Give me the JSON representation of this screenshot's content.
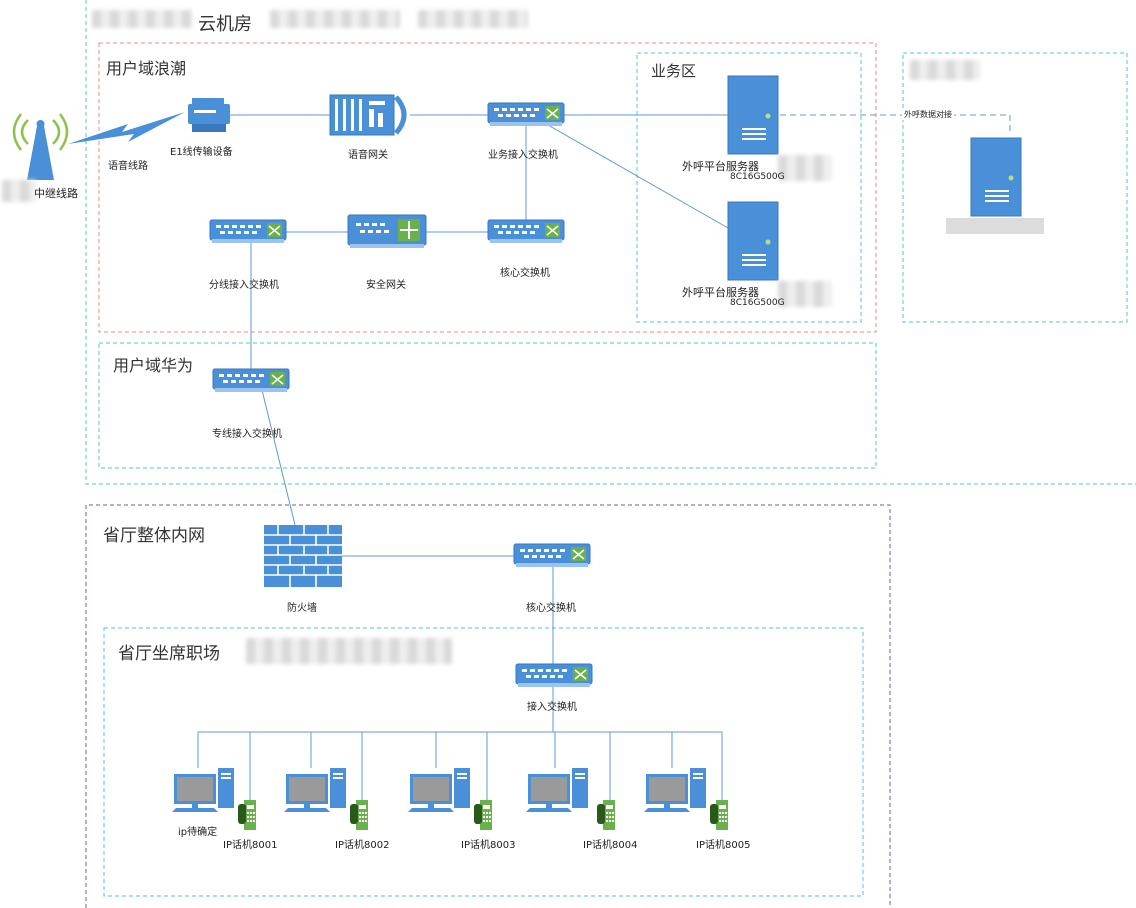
{
  "zones": {
    "cloud_room": "云机房",
    "user_domain_langchao": "用户域浪潮",
    "business_area": "业务区",
    "user_domain_huawei": "用户域华为",
    "provincial_intranet": "省厅整体内网",
    "agent_workplace": "省厅坐席职场"
  },
  "nodes": {
    "trunk_line": "中继线路",
    "voice_line": "语音线路",
    "e1_device": "E1线传输设备",
    "voice_gateway": "语音网关",
    "business_switch": "业务接入交换机",
    "core_switch_top": "核心交换机",
    "security_gateway": "安全网关",
    "branch_switch": "分线接入交换机",
    "server_1_name": "外呼平台服务器",
    "server_1_spec": "8C16G500G",
    "server_2_name": "外呼平台服务器",
    "server_2_spec": "8C16G500G",
    "data_link": "外呼数据对接",
    "dedicated_switch": "专线接入交换机",
    "firewall": "防火墙",
    "core_switch_bottom": "核心交换机",
    "access_switch": "接入交换机",
    "pc_1": "ip待确定",
    "phone_1": "IP话机8001",
    "phone_2": "IP话机8002",
    "phone_3": "IP话机8003",
    "phone_4": "IP话机8004",
    "phone_5": "IP话机8005"
  },
  "colors": {
    "cyan_border": "#4fc3d4",
    "red_border": "#e88888",
    "purple_border": "#7b57a6",
    "line": "#5b9bd5",
    "device_blue": "#4a90d9",
    "phone_green": "#6ab04c"
  }
}
